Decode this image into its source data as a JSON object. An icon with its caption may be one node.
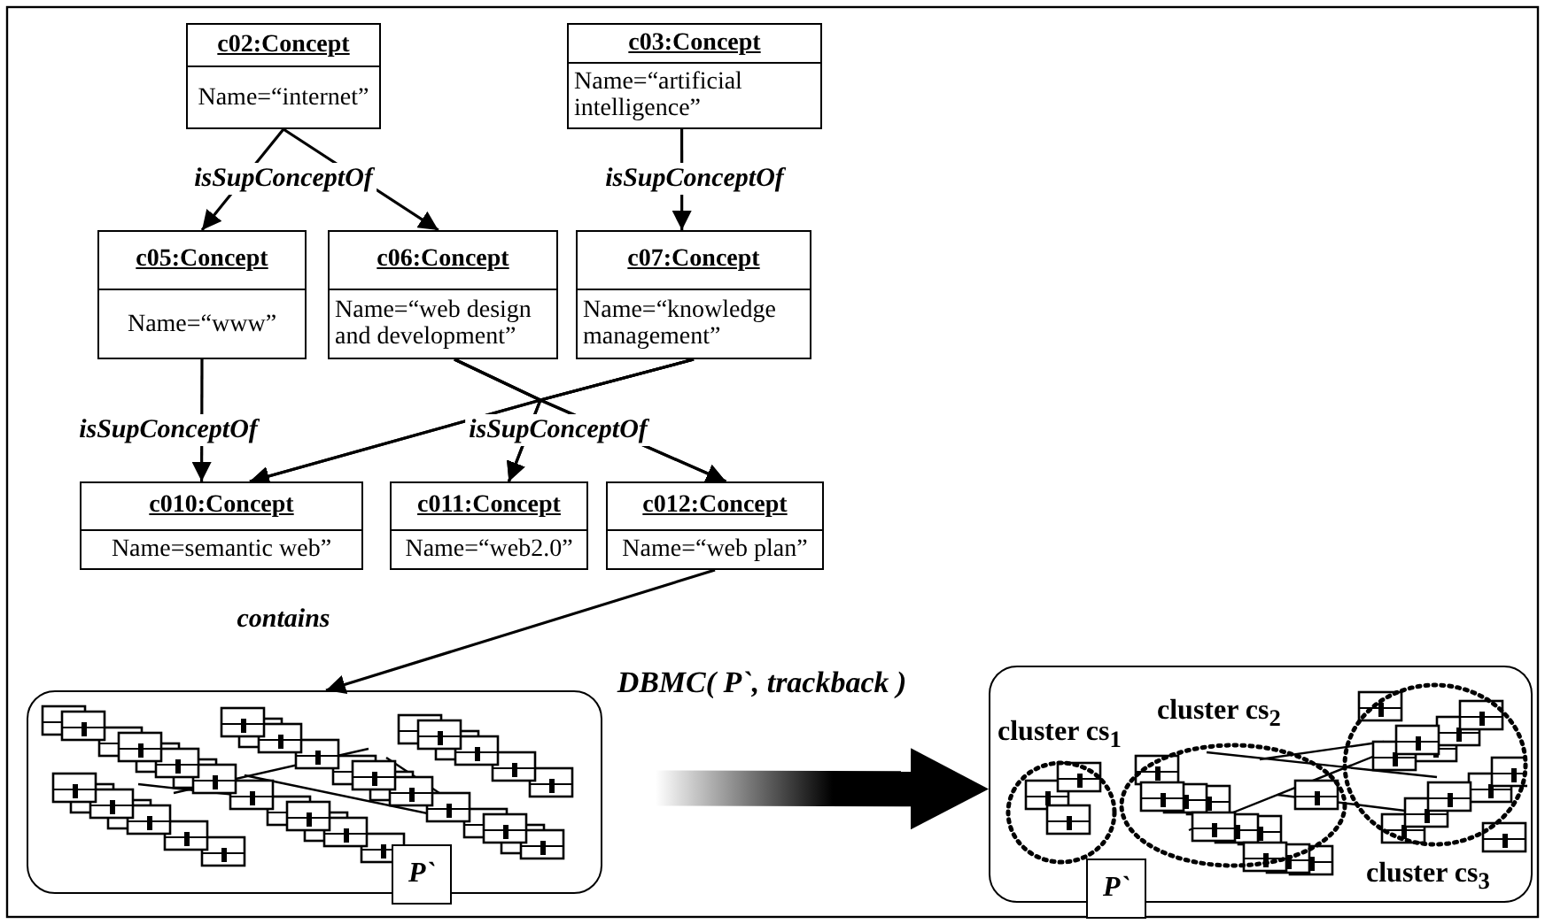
{
  "diagram": {
    "nodes": [
      {
        "text": [
          "c02:Concept",
          "Name=“internet”"
        ]
      },
      {
        "text": [
          "c03:Concept",
          "Name=“artificial intelligence”"
        ]
      },
      {
        "text": [
          "c05:Concept",
          "Name=“www”"
        ]
      },
      {
        "text": [
          "c06:Concept",
          "Name=“web design and development”"
        ]
      },
      {
        "text": [
          "c07:Concept",
          "Name=“knowledge management”"
        ]
      },
      {
        "text": [
          "c010:Concept",
          "Name=semantic web”"
        ]
      },
      {
        "text": [
          "c011:Concept",
          "Name=“web2.0”"
        ]
      },
      {
        "text": [
          "c012:Concept",
          "Name=“web plan”"
        ]
      },
      {
        "text": [
          "P`"
        ]
      },
      {
        "text": [
          "P`"
        ]
      },
      {
        "text": [
          "cluster cs$_{1}$"
        ],
        "in": 9
      },
      {
        "text": [
          "cluster cs$_{2}$"
        ],
        "in": 9
      },
      {
        "text": [
          "cluster cs$_{3}$"
        ],
        "in": 9
      }
    ],
    "edges": [
      {
        "from": 0,
        "to": 2,
        "arrow": "to",
        "label": "isSupConceptOf"
      },
      {
        "from": 0,
        "to": 3,
        "arrow": "to"
      },
      {
        "from": 1,
        "to": 4,
        "arrow": "to",
        "label": "isSupConceptOf"
      },
      {
        "from": 2,
        "to": 5,
        "arrow": "to",
        "label": "isSupConceptOf"
      },
      {
        "from": 3,
        "to": 5,
        "arrow": "to",
        "label": "isSupConceptOf"
      },
      {
        "from": 3,
        "to": 6,
        "arrow": "to"
      },
      {
        "from": 3,
        "to": 7,
        "arrow": "to"
      },
      {
        "from": 4,
        "to": 5,
        "arrow": "to"
      },
      {
        "from": 4,
        "to": 6,
        "arrow": "to"
      },
      {
        "from": 4,
        "to": 7,
        "arrow": "to"
      },
      {
        "from": 7,
        "to": 8,
        "arrow": "to",
        "label": "contains"
      },
      {
        "from": 8,
        "to": 9,
        "arrow": "to",
        "label": "DBMC( P`, trackback )",
        "style": "thick"
      }
    ]
  }
}
